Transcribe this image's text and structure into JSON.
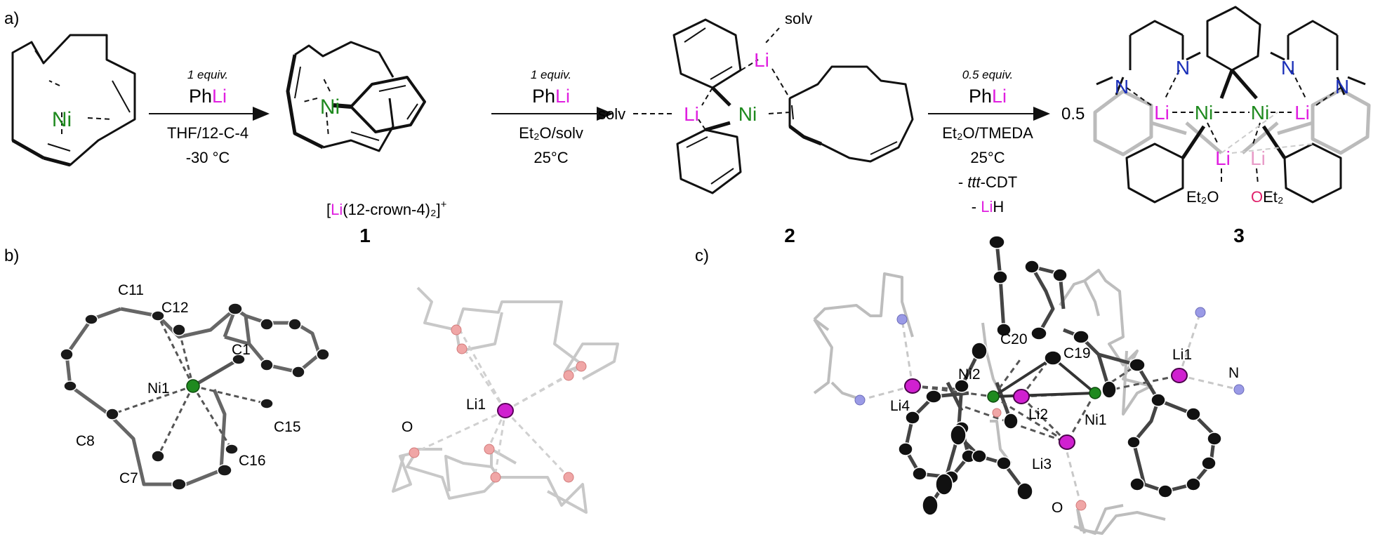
{
  "colors": {
    "nickel": "#1f8a1f",
    "lithium": "#e020e0",
    "nitrogen": "#1a2fb8",
    "oxygen": "#e0206a",
    "bond": "#111111",
    "grey": "#777777"
  },
  "panel_labels": {
    "a": "a)",
    "b": "b)",
    "c": "c)"
  },
  "scheme": {
    "step1": {
      "equiv": "1 equiv.",
      "reagent_ph": "Ph",
      "reagent_li": "Li",
      "cond1": "THF/12-C-4",
      "cond2": "-30 °C"
    },
    "step2": {
      "equiv": "1 equiv.",
      "reagent_ph": "Ph",
      "reagent_li": "Li",
      "cond1": "Et₂O/solv",
      "cond2": "25°C"
    },
    "step3": {
      "equiv": "0.5 equiv.",
      "reagent_ph": "Ph",
      "reagent_li": "Li",
      "cond1": "Et₂O/TMEDA",
      "cond2": "25°C",
      "cond3_pre": "- ",
      "cond3_ital": "ttt",
      "cond3_post": "-CDT",
      "cond4_pre": "- ",
      "cond4_li": "Li",
      "cond4_post": "H"
    },
    "atoms": {
      "ni": "Ni",
      "li": "Li",
      "n": "N",
      "o": "O",
      "solv": "solv",
      "et2o": "Et₂O",
      "oet2": "OEt₂",
      "et2": "Et₂"
    },
    "cation": {
      "open": "[",
      "li": "Li",
      "rest": "(12-crown-4)₂]",
      "sup": "+"
    },
    "compounds": {
      "c1": "1",
      "c2": "2",
      "c3": "3"
    },
    "coefficient": "0.5"
  },
  "panel_b": {
    "left_labels": {
      "c11": "C11",
      "c12": "C12",
      "c1": "C1",
      "ni1": "Ni1",
      "c8": "C8",
      "c15": "C15",
      "c7": "C7",
      "c16": "C16"
    },
    "right_labels": {
      "li1": "Li1",
      "o": "O"
    }
  },
  "panel_c": {
    "labels": {
      "c20": "C20",
      "c19": "C19",
      "li1": "Li1",
      "ni2": "Ni2",
      "n": "N",
      "li4": "Li4",
      "li2": "Li2",
      "ni1": "Ni1",
      "li3": "Li3",
      "o": "O"
    }
  }
}
